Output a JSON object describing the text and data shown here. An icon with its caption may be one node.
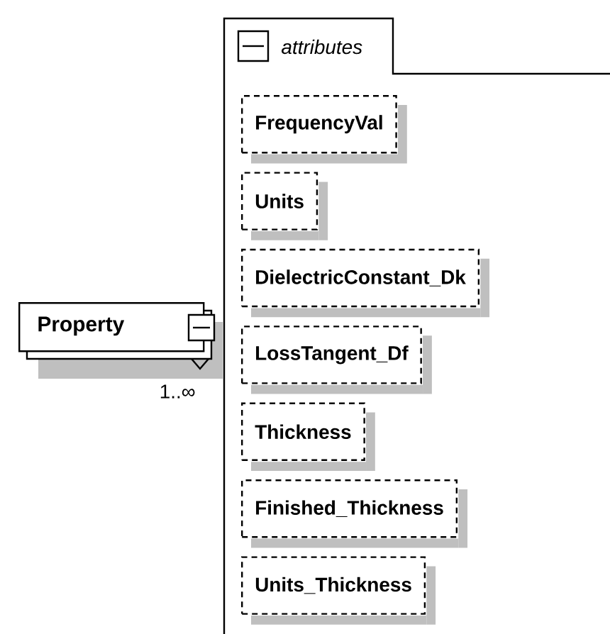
{
  "diagram": {
    "nodes": [
      {
        "text": [
          "attributes"
        ]
      },
      {
        "text": [
          "FrequencyVal"
        ],
        "in": 0
      },
      {
        "text": [
          "Units"
        ],
        "in": 0
      },
      {
        "text": [
          "DielectricConstant_Dk"
        ],
        "in": 0
      },
      {
        "text": [
          "LossTangent_Df"
        ],
        "in": 0
      },
      {
        "text": [
          "Thickness"
        ],
        "in": 0
      },
      {
        "text": [
          "Finished_Thickness"
        ],
        "in": 0
      },
      {
        "text": [
          "Units_Thickness"
        ],
        "in": 0
      },
      {
        "text": [
          "Property"
        ],
        "beside": [
          "1..∞"
        ]
      }
    ]
  }
}
